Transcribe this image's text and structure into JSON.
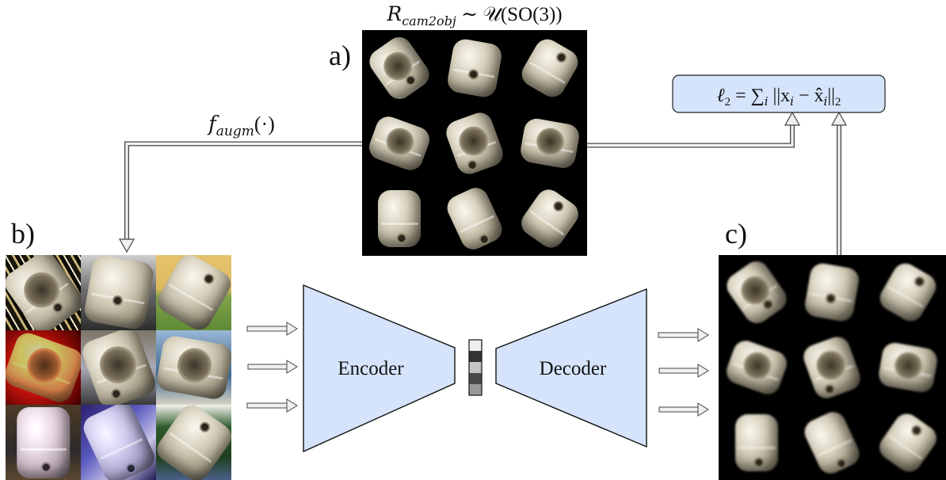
{
  "figure": {
    "panel_a": {
      "letter": "a)",
      "caption_math": "R",
      "caption_sub": "cam2obj",
      "caption_rest": " ∼ 𝒰(SO(3))",
      "description": "Rendered object views, uniformly random rotations, black background",
      "tiles": 9
    },
    "panel_b": {
      "letter": "b)",
      "description": "Augmented inputs with random backgrounds",
      "tiles": 9
    },
    "panel_c": {
      "letter": "c)",
      "description": "Decoder reconstructions",
      "tiles": 9
    },
    "augmentation_label": {
      "func": "f",
      "sub": "augm",
      "arg": "(·)"
    },
    "loss": {
      "lhs": "ℓ",
      "lhs_sub": "2",
      "eq": " = ",
      "sum": "∑",
      "sum_sub": "i",
      "body": " ||x",
      "body_sub": "i",
      "minus": " − ",
      "hat": "x̂",
      "hat_sub": "i",
      "close": "||",
      "close_sub": "2"
    },
    "encoder_label": "Encoder",
    "decoder_label": "Decoder",
    "latent_code_shades": [
      "#eeeeee",
      "#333333",
      "#c4c4c4",
      "#4a4a4a",
      "#999999"
    ],
    "colors": {
      "block_fill": "#d5e4fb",
      "block_stroke": "#111111",
      "arrow_fill": "#f0f0f0",
      "arrow_stroke": "#444444"
    }
  }
}
